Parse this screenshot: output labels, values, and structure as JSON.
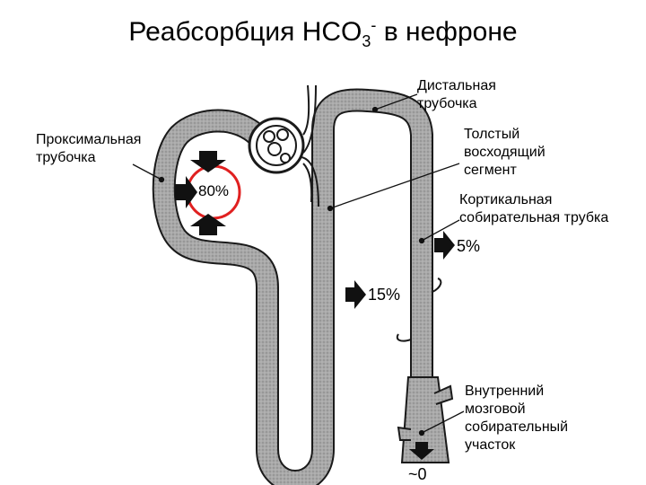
{
  "title": {
    "prefix": "Реабсорбция HCO",
    "sub": "3",
    "sup": "-",
    "suffix": " в нефроне"
  },
  "labels": {
    "distal": [
      "Дистальная",
      "трубочка"
    ],
    "proximal": [
      "Проксимальная",
      "трубочка"
    ],
    "thick": [
      "Толстый",
      "восходящий",
      "сегмент"
    ],
    "cortical": [
      "Кортикальная",
      "собирательная трубка"
    ],
    "medullary": [
      "Внутренний",
      "мозговой",
      "собирательный",
      "участок"
    ]
  },
  "values": {
    "proximal": "80%",
    "thick": "15%",
    "cortical": "5%",
    "medullary": "~0"
  },
  "colors": {
    "tubule_fill": "#a8a8a8",
    "outline": "#1a1a1a",
    "highlight": "#e02020"
  }
}
